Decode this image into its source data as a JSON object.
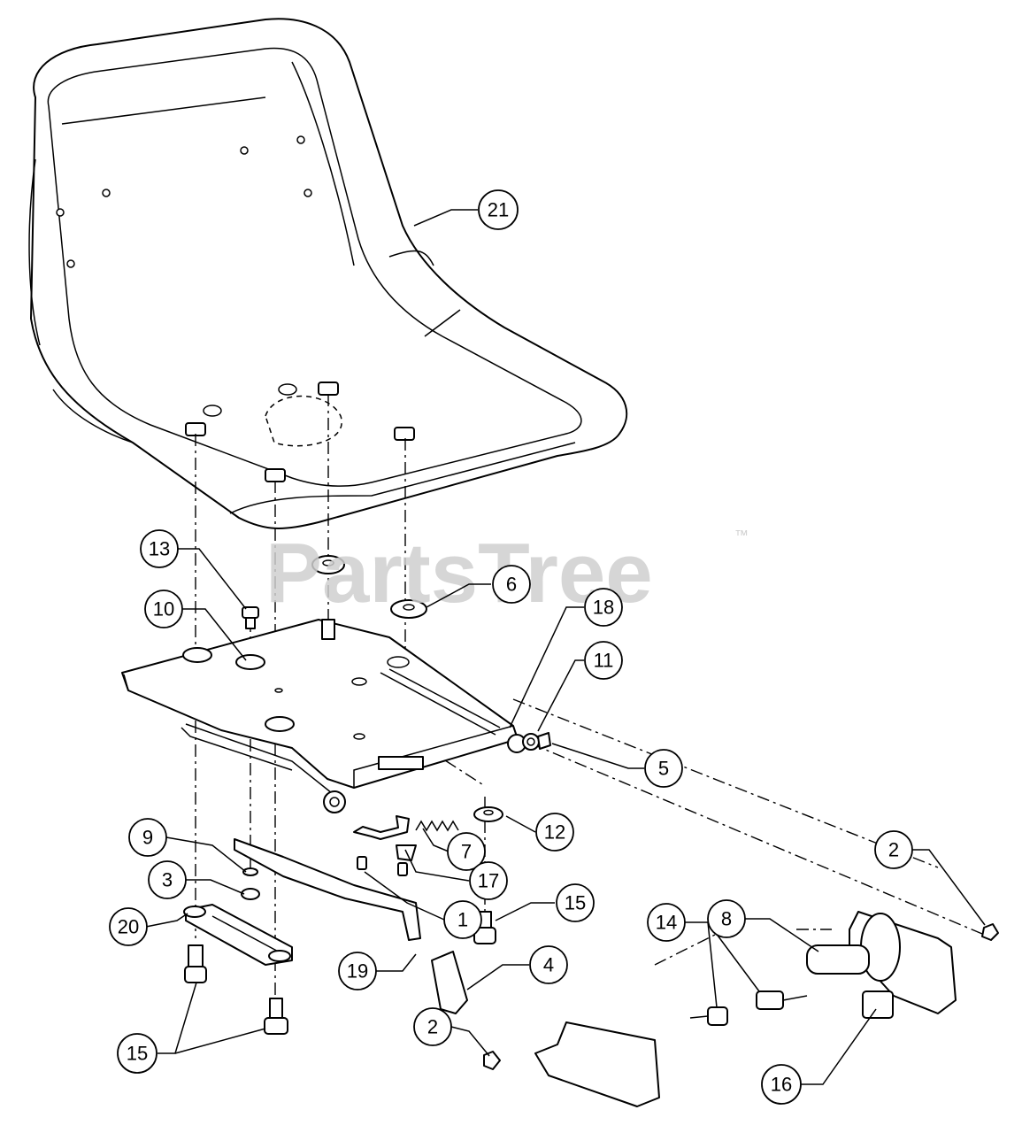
{
  "watermark": {
    "text": "PartsTree",
    "trademark": "™",
    "color": "#cfcfcf"
  },
  "callouts": [
    {
      "id": "c21",
      "label": "21"
    },
    {
      "id": "c13",
      "label": "13"
    },
    {
      "id": "c10",
      "label": "10"
    },
    {
      "id": "c6",
      "label": "6"
    },
    {
      "id": "c18",
      "label": "18"
    },
    {
      "id": "c11",
      "label": "11"
    },
    {
      "id": "c5",
      "label": "5"
    },
    {
      "id": "c12",
      "label": "12"
    },
    {
      "id": "c7",
      "label": "7"
    },
    {
      "id": "c17",
      "label": "17"
    },
    {
      "id": "c9",
      "label": "9"
    },
    {
      "id": "c3",
      "label": "3"
    },
    {
      "id": "c20",
      "label": "20"
    },
    {
      "id": "c1",
      "label": "1"
    },
    {
      "id": "c15a",
      "label": "15"
    },
    {
      "id": "c19",
      "label": "19"
    },
    {
      "id": "c4",
      "label": "4"
    },
    {
      "id": "c2a",
      "label": "2"
    },
    {
      "id": "c15b",
      "label": "15"
    },
    {
      "id": "c14",
      "label": "14"
    },
    {
      "id": "c8",
      "label": "8"
    },
    {
      "id": "c2b",
      "label": "2"
    },
    {
      "id": "c16",
      "label": "16"
    }
  ]
}
